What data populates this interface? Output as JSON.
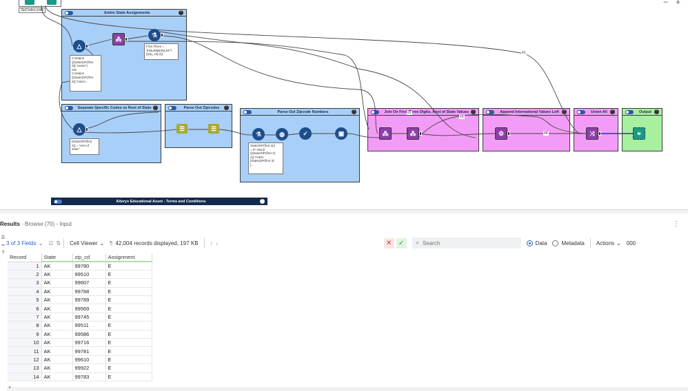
{
  "canvas": {
    "zoom_minus": "−",
    "zoom_plus": "+",
    "file_label": "ZipCodes.yxdb",
    "containers": {
      "entire_state": "Entire State Assignments",
      "separate_codes": "Separate Specific Codes vs Rest of State",
      "parse_out_zipcodes": "Parse Out Zipcodes",
      "parse_out_numbers": "Parse Out Zipcode Numbers",
      "join_first_three": "Join On First Three Digits, Rest of State Values",
      "append_international": "Append International Values Left",
      "union_all": "Union All",
      "output": "Output"
    },
    "annotations": {
      "contains": "Contains\n([State/ZIP(first\n3)],\"entire\")\nOR\nContains\n([State/ZIP(first\n3)],\"Intern...",
      "first_three": "First Three =\nToNUMBER(LEFT\n([zip_cd],3))",
      "rest_of_state": "[State/ZIP(first\n3)] = \"rest of\nstate\"",
      "state_zip_formula": "State/ZIP(first 3)2\n= IF IsNull\n([State/ZIP(first 3)\n2]) THEN\n[State/ZIP(first 3)\n]..."
    },
    "edge_labels": {
      "e1": "#1",
      "e2": "#2",
      "e3": "#3",
      "e4": "#4"
    },
    "edu_bar_title": "Alteryx Educational Asset - Terms and Conditions",
    "colors": {
      "container_blue": "#a8cff7",
      "container_pink": "#f39cf7",
      "container_green": "#a6f0a0",
      "edu_bar": "#132a4f"
    }
  },
  "results": {
    "title": "Results",
    "subtitle": " - Browse (70) - Input",
    "menu_icon": "kebab-icon",
    "toolbar": {
      "fields_label": "3 of 3 Fields",
      "cell_viewer_label": "Cell Viewer",
      "records_info": "42,004 records displayed, 197 KB",
      "search_placeholder": "Search",
      "data_label": "Data",
      "metadata_label": "Metadata",
      "actions_label": "Actions",
      "overflow": "000"
    },
    "table": {
      "headers": [
        "Record",
        "State",
        "zip_cd",
        "Assignment"
      ],
      "rows": [
        [
          "1",
          "AK",
          "99780",
          "E"
        ],
        [
          "2",
          "AK",
          "99510",
          "E"
        ],
        [
          "3",
          "AK",
          "99607",
          "E"
        ],
        [
          "4",
          "AK",
          "99768",
          "E"
        ],
        [
          "5",
          "AK",
          "99789",
          "E"
        ],
        [
          "6",
          "AK",
          "99569",
          "E"
        ],
        [
          "7",
          "AK",
          "99745",
          "E"
        ],
        [
          "8",
          "AK",
          "99511",
          "E"
        ],
        [
          "9",
          "AK",
          "99586",
          "E"
        ],
        [
          "10",
          "AK",
          "99716",
          "E"
        ],
        [
          "11",
          "AK",
          "99781",
          "E"
        ],
        [
          "12",
          "AK",
          "99610",
          "E"
        ],
        [
          "13",
          "AK",
          "99922",
          "E"
        ],
        [
          "14",
          "AK",
          "99783",
          "E"
        ]
      ]
    }
  }
}
